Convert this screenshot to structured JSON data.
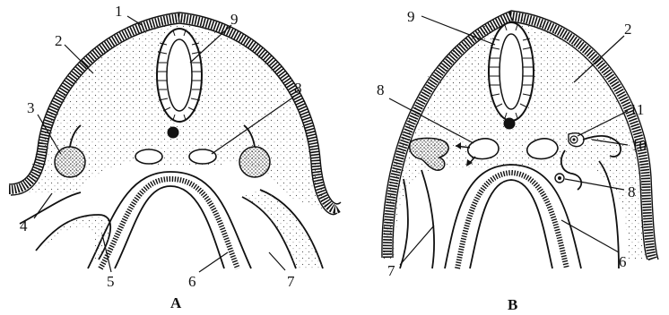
{
  "panels": [
    {
      "id": "A",
      "label": "A",
      "numbers": [
        "1",
        "2",
        "3",
        "4",
        "5",
        "6",
        "7",
        "8",
        "9"
      ]
    },
    {
      "id": "B",
      "label": "B",
      "numbers": [
        "9",
        "2",
        "8",
        "11",
        "10",
        "8",
        "7",
        "6"
      ]
    }
  ]
}
